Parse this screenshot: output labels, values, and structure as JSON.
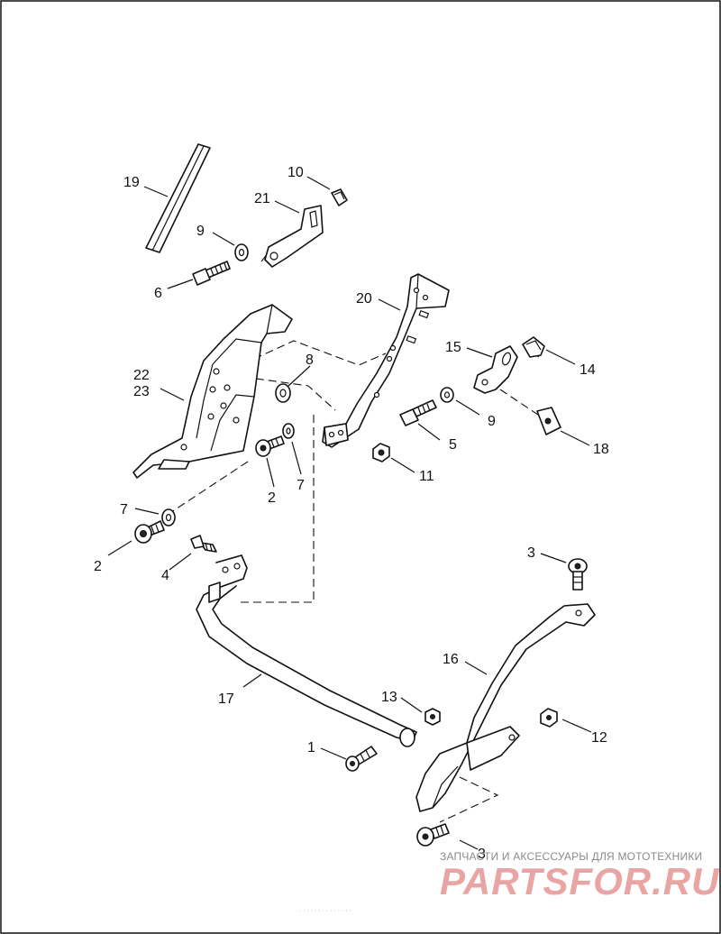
{
  "callouts": {
    "c1": "1",
    "c2a": "2",
    "c2b": "2",
    "c3a": "3",
    "c3b": "3",
    "c4": "4",
    "c5": "5",
    "c6": "6",
    "c7a": "7",
    "c7b": "7",
    "c8": "8",
    "c9a": "9",
    "c9b": "9",
    "c10": "10",
    "c11": "11",
    "c12": "12",
    "c13": "13",
    "c14": "14",
    "c15": "15",
    "c16": "16",
    "c17": "17",
    "c18": "18",
    "c19": "19",
    "c20": "20",
    "c21": "21",
    "c22": "22",
    "c23": "23"
  },
  "watermark": {
    "tagline": "ЗАПЧАСТИ И АКСЕССУАРЫ ДЛЯ МОТОТЕХНИКИ",
    "brand": "PARTSFOR.RU",
    "color": "#e9a4a4"
  },
  "footer_text": "· · · · · · · · · · · · · ·"
}
